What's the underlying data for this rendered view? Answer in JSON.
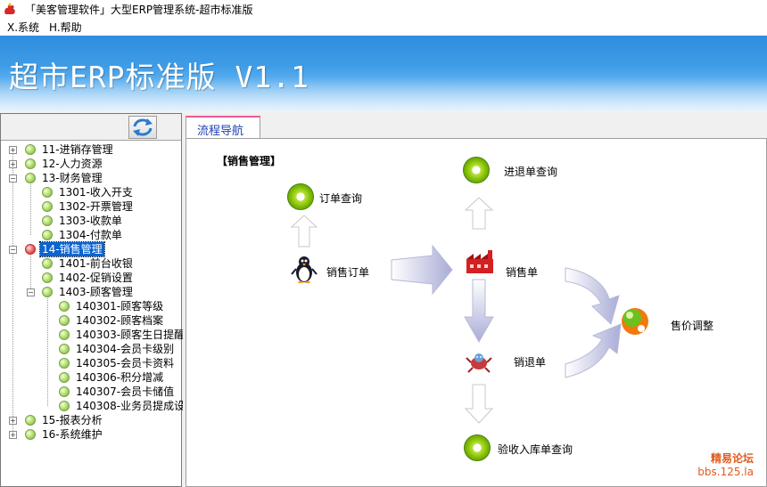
{
  "window": {
    "title": "「美客管理软件」大型ERP管理系统-超市标准版"
  },
  "menu": {
    "system": "X.系统",
    "help": "H.帮助"
  },
  "banner": {
    "title": "超市ERP标准版 V1.1"
  },
  "tree": {
    "n11": "11-进销存管理",
    "n12": "12-人力资源",
    "n13": "13-财务管理",
    "n1301": "1301-收入开支",
    "n1302": "1302-开票管理",
    "n1303": "1303-收款单",
    "n1304": "1304-付款单",
    "n14": "14-销售管理",
    "n1401": "1401-前台收银",
    "n1402": "1402-促销设置",
    "n1403": "1403-顾客管理",
    "n140301": "140301-顾客等级",
    "n140302": "140302-顾客档案",
    "n140303": "140303-顾客生日提醒",
    "n140304": "140304-会员卡级别",
    "n140305": "140305-会员卡资料",
    "n140306": "140306-积分增减",
    "n140307": "140307-会员卡储值",
    "n140308": "140308-业务员提成设",
    "n15": "15-报表分析",
    "n16": "16-系统维护"
  },
  "tab": {
    "label": "流程导航"
  },
  "flow": {
    "section": "【销售管理】",
    "order_query": "订单查询",
    "sales_order": "销售订单",
    "return_in_query": "进退单查询",
    "sales_slip": "销售单",
    "sales_return": "销退单",
    "price_adjust": "售价调整",
    "receipt_query": "验收入库单查询"
  },
  "watermark": {
    "line1": "精易论坛",
    "line2": "bbs.125.la"
  },
  "colors": {
    "selected": "#0a64d2",
    "tab_accent": "#e85b9a",
    "banner": "#3f9ce6",
    "watermark": "#e05a1e"
  }
}
